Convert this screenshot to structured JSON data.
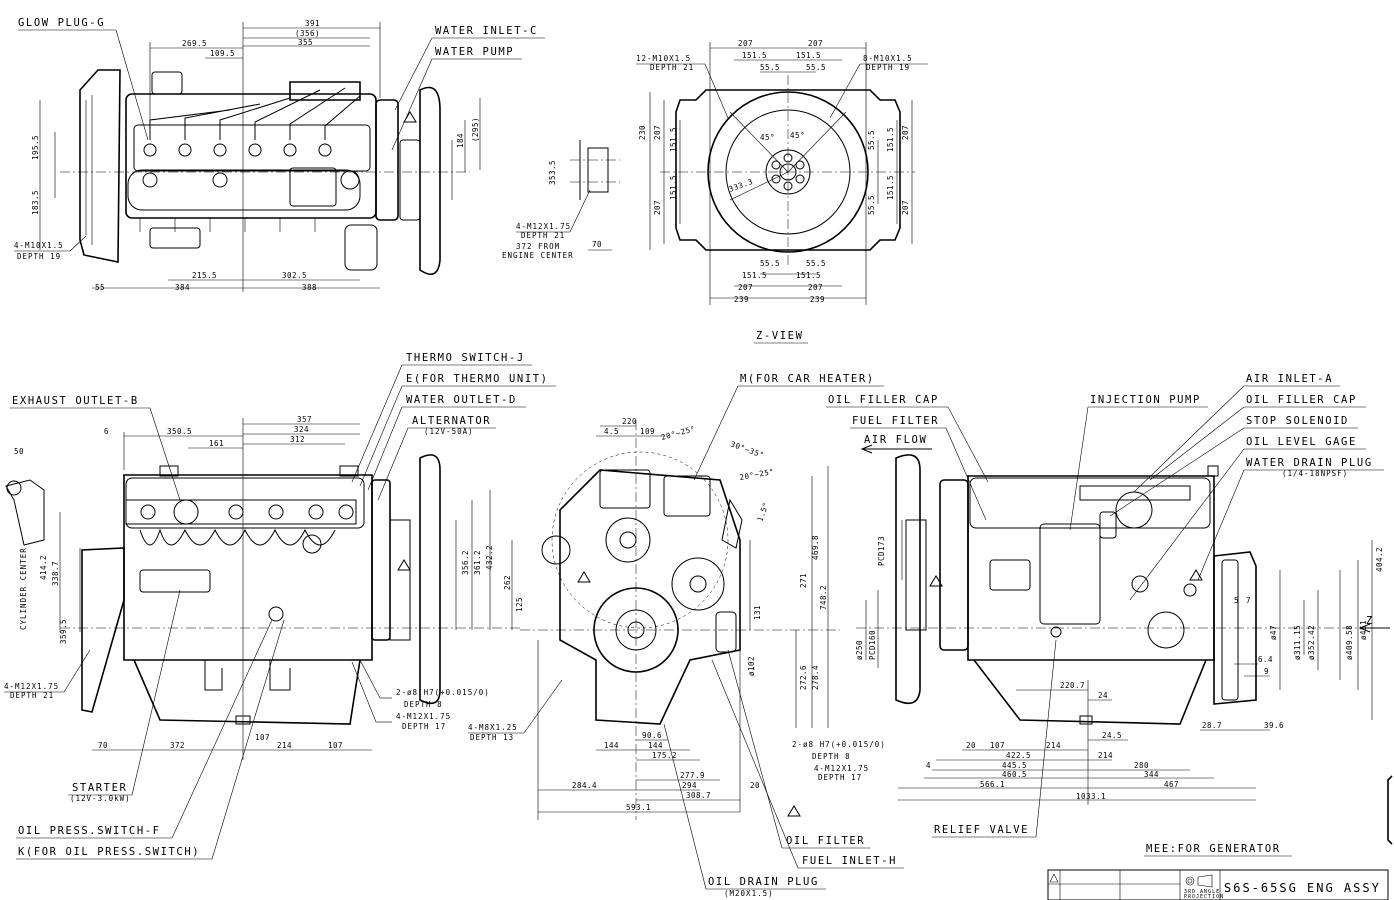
{
  "callouts": {
    "glow_plug": "GLOW PLUG-G",
    "water_inlet": "WATER INLET-C",
    "water_pump": "WATER PUMP",
    "thermo_switch": "THERMO SWITCH-J",
    "thermo_unit": "E(FOR THERMO UNIT)",
    "water_outlet": "WATER OUTLET-D",
    "alternator": "ALTERNATOR",
    "alternator_sub": "(12V-50A)",
    "exhaust_outlet": "EXHAUST OUTLET-B",
    "car_heater": "M(FOR CAR HEATER)",
    "oil_filler_cap_l": "OIL FILLER CAP",
    "fuel_filter": "FUEL FILTER",
    "air_flow": "AIR FLOW",
    "injection_pump": "INJECTION PUMP",
    "air_inlet": "AIR INLET-A",
    "oil_filler_cap_r": "OIL FILLER CAP",
    "stop_solenoid": "STOP SOLENOID",
    "oil_level_gage": "OIL LEVEL GAGE",
    "water_drain_plug": "WATER DRAIN PLUG",
    "water_drain_sub": "(1/4-18NPSF)",
    "starter": "STARTER",
    "starter_sub": "(12V-3.0kW)",
    "oil_press_switch": "OIL PRESS.SWITCH-F",
    "oil_press_k": "K(FOR OIL PRESS.SWITCH)",
    "oil_filter": "OIL FILTER",
    "fuel_inlet": "FUEL INLET-H",
    "relief_valve": "RELIEF VALVE",
    "oil_drain_plug": "OIL DRAIN PLUG",
    "oil_drain_sub": "(M20X1.5)",
    "for_generator": "MEE:FOR GENERATOR"
  },
  "views": {
    "z_view": "Z-VIEW",
    "z_letter": "Z"
  },
  "notes": {
    "top_m10_a": "4-M10X1.5",
    "top_m10_b": "DEPTH 19",
    "z_12m10_a": "12-M10X1.5",
    "z_12m10_b": "DEPTH 21",
    "z_8m10_a": "8-M10X1.5",
    "z_8m10_b": "DEPTH 19",
    "z_m12_a": "4-M12X1.75",
    "z_m12_b": "DEPTH 21",
    "z_372_a": "372 FROM",
    "z_372_b": "ENGINE CENTER",
    "left_m12_a": "4-M12X1.75",
    "left_m12_b": "DEPTH 21",
    "left_pin_a": "2-ø8 H7(+0.015/0)",
    "left_pin_b": "DEPTH 8",
    "left_m12r_a": "4-M12X1.75",
    "left_m12r_b": "DEPTH 17",
    "front_m8_a": "4-M8X1.25",
    "front_m8_b": "DEPTH 13",
    "front_pin_a": "2-ø8 H7(+0.015/0)",
    "front_pin_b": "DEPTH 8",
    "front_m12_a": "4-M12X1.75",
    "front_m12_b": "DEPTH 17",
    "cyl_center": "CYLINDER CENTER"
  },
  "dims": {
    "t391": "391",
    "t356": "(356)",
    "t355": "355",
    "t269": "269.5",
    "t109": "109.5",
    "t215": "215.5",
    "t302": "302.5",
    "t55": "55",
    "t384": "384",
    "t388": "388",
    "t195": "195.5",
    "t183": "183.5",
    "t295": "(295)",
    "t184": "184",
    "z207a": "207",
    "z207b": "207",
    "z151a": "151.5",
    "z151b": "151.5",
    "z55a": "55.5",
    "z55b": "55.5",
    "z239a": "239",
    "z239b": "239",
    "z230": "230",
    "z353": "353.5",
    "z333": "333.3",
    "z70": "70",
    "z45": "45°",
    "l357": "357",
    "l324": "324",
    "l312": "312",
    "l350": "350.5",
    "l161": "161",
    "l6": "6",
    "l70": "70",
    "l372": "372",
    "l107a": "107",
    "l214": "214",
    "l107b": "107",
    "l50": "50",
    "l414": "414.2",
    "l338": "338.7",
    "l356": "356.2",
    "l361": "361.2",
    "l432": "432.2",
    "l262": "262",
    "l125": "125",
    "l359": "359.5",
    "f220": "220",
    "f4": "4.5",
    "f109": "109",
    "f144a": "144",
    "f144b": "144",
    "f90": "90.6",
    "f175": "175.2",
    "f277": "277.9",
    "f294": "294",
    "f308": "308.7",
    "f284": "284.4",
    "f593": "593.1",
    "f748": "748.2",
    "f469": "469.8",
    "f271": "271",
    "f272": "272.6",
    "f278": "278.4",
    "f131": "131",
    "f102": "ø102",
    "f20": "20",
    "f_ang1": "20°~25°",
    "f_ang2": "30°~35°",
    "f_ang3": "20°~25°",
    "f_ang4": "1.5°",
    "r220": "220.7",
    "r24a": "24",
    "r24b": "24.5",
    "r20": "20",
    "r107": "107",
    "r214": "214",
    "r422": "422.5",
    "r445": "445.5",
    "r460": "460.5",
    "r566": "566.1",
    "r1033": "1033.1",
    "r280": "280",
    "r344": "344",
    "r467": "467",
    "r4": "4",
    "r28": "28.7",
    "r39": "39.6",
    "r64": "6.4",
    "r9": "9",
    "r5": "5",
    "r7": "7",
    "r404": "404.2",
    "r250": "ø250",
    "r160": "PCD160",
    "r173": "PCD173",
    "r451": "ø451",
    "r409": "ø409.58",
    "r352": "ø352.42",
    "r311": "ø311.15",
    "r47": "ø47"
  },
  "titleblock": {
    "title": "S6S-65SG ENG ASSY",
    "proj_a": "3RD ANGLE",
    "proj_b": "PROJECTION"
  }
}
